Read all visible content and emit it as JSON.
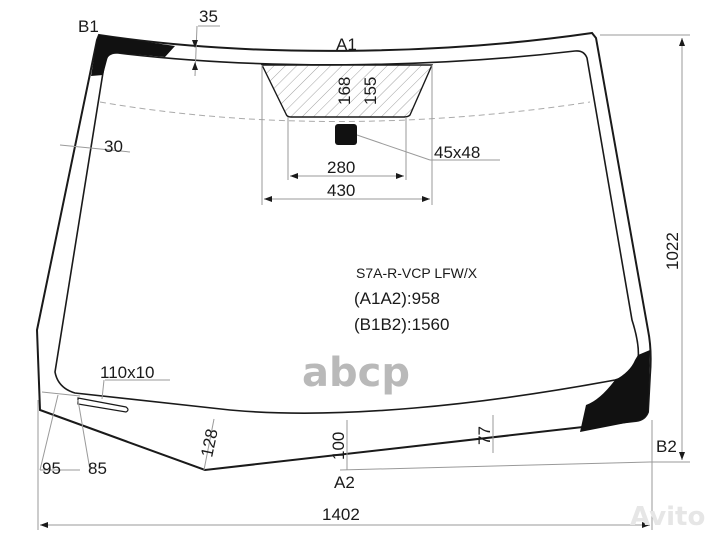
{
  "drawing": {
    "part_code": "S7A-R-VCP LFW/X",
    "a1a2": "(A1A2):958",
    "b1b2": "(B1B2):1560",
    "points": {
      "b1": "B1",
      "b2": "B2",
      "a1": "A1",
      "a2": "A2"
    },
    "dimensions": {
      "top_band": "35",
      "side_band": "30",
      "sensor_zone_h1": "168",
      "sensor_zone_h2": "155",
      "sensor_zone_bottom_w": "280",
      "sensor_zone_top_w": "430",
      "sensor_pad": "45x48",
      "height": "1022",
      "width": "1402",
      "heater_strip": "110x10",
      "bottom_left_outer": "95",
      "bottom_left_inner": "85",
      "bottom_band_left": "128",
      "bottom_band_center": "100",
      "bottom_band_right": "77"
    }
  },
  "watermarks": {
    "abcp": "abcp",
    "avito": "Avito"
  },
  "colors": {
    "line": "#1a1a1a",
    "dim_line": "#9a9a9a",
    "dashed": "#aaaaaa",
    "black_ceramic": "#111111",
    "watermark": "#b9b9b9"
  }
}
